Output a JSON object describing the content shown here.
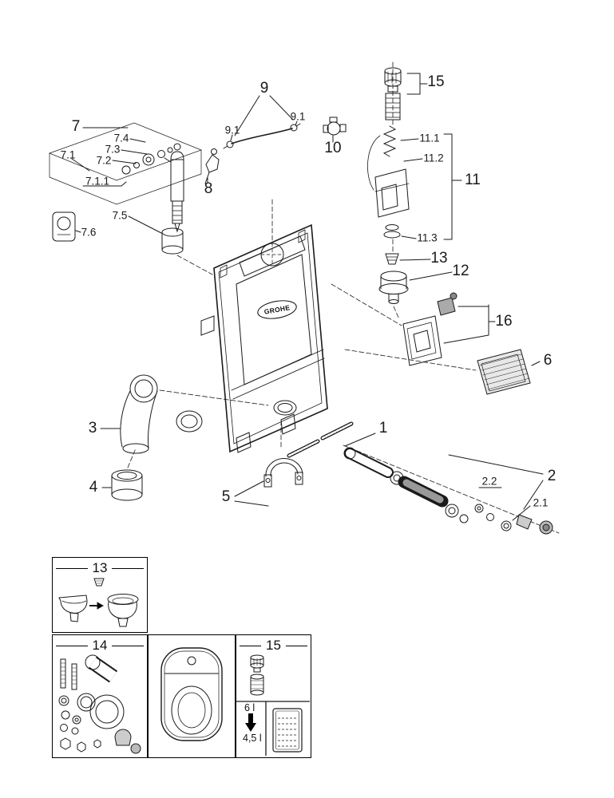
{
  "brand": {
    "logo_text": "GROHE"
  },
  "callouts": {
    "c1": "1",
    "c2": "2",
    "c2_1": "2.1",
    "c2_2": "2.2",
    "c3": "3",
    "c4": "4",
    "c5": "5",
    "c6": "6",
    "c7": "7",
    "c7_1": "7.1",
    "c7_1_1": "7.1.1",
    "c7_2": "7.2",
    "c7_3": "7.3",
    "c7_4": "7.4",
    "c7_5": "7.5",
    "c7_6": "7.6",
    "c8": "8",
    "c9": "9",
    "c9_1_left": "9.1",
    "c9_1_right": "9.1",
    "c10": "10",
    "c11": "11",
    "c11_1": "11.1",
    "c11_2": "11.2",
    "c11_3": "11.3",
    "c12": "12",
    "c13": "13",
    "c15": "15",
    "c16": "16"
  },
  "insets": {
    "box13": {
      "title": "13"
    },
    "box14": {
      "title": "14"
    },
    "box15": {
      "title": "15",
      "flush_full": "6 l",
      "flush_reduced": "4,5 l"
    }
  }
}
